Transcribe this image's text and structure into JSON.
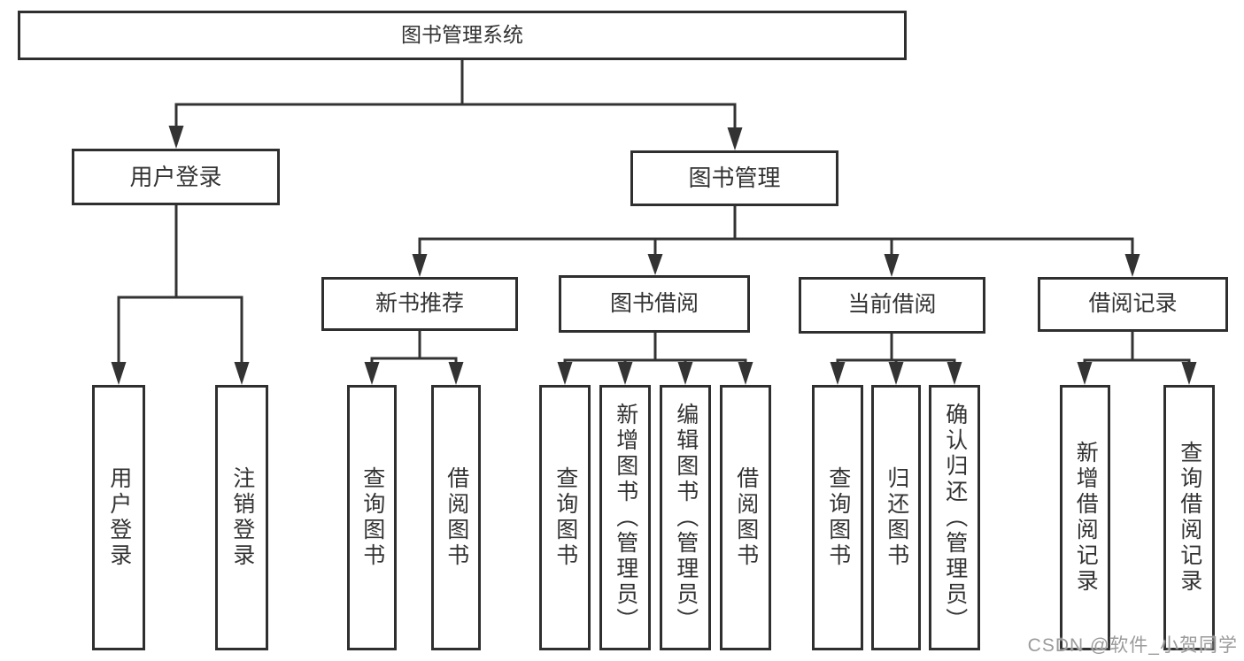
{
  "colors": {
    "line": "#333333",
    "box-border": "#2f2f2f",
    "text": "#333333",
    "watermark": "#9b9b9b"
  },
  "watermark": {
    "text": "CSDN @软件_小贺同学"
  },
  "tree": {
    "label": "图书管理系统",
    "children": [
      {
        "label": "用户登录",
        "children": [
          {
            "label": "用户登录"
          },
          {
            "label": "注销登录"
          }
        ]
      },
      {
        "label": "图书管理",
        "children": [
          {
            "label": "新书推荐",
            "children": [
              {
                "label": "查询图书"
              },
              {
                "label": "借阅图书"
              }
            ]
          },
          {
            "label": "图书借阅",
            "children": [
              {
                "label": "查询图书"
              },
              {
                "label": "新增图书（管理员）"
              },
              {
                "label": "编辑图书（管理员）"
              },
              {
                "label": "借阅图书"
              }
            ]
          },
          {
            "label": "当前借阅",
            "children": [
              {
                "label": "查询图书"
              },
              {
                "label": "归还图书"
              },
              {
                "label": "确认归还（管理员）"
              }
            ]
          },
          {
            "label": "借阅记录",
            "children": [
              {
                "label": "新增借阅记录"
              },
              {
                "label": "查询借阅记录"
              }
            ]
          }
        ]
      }
    ]
  }
}
